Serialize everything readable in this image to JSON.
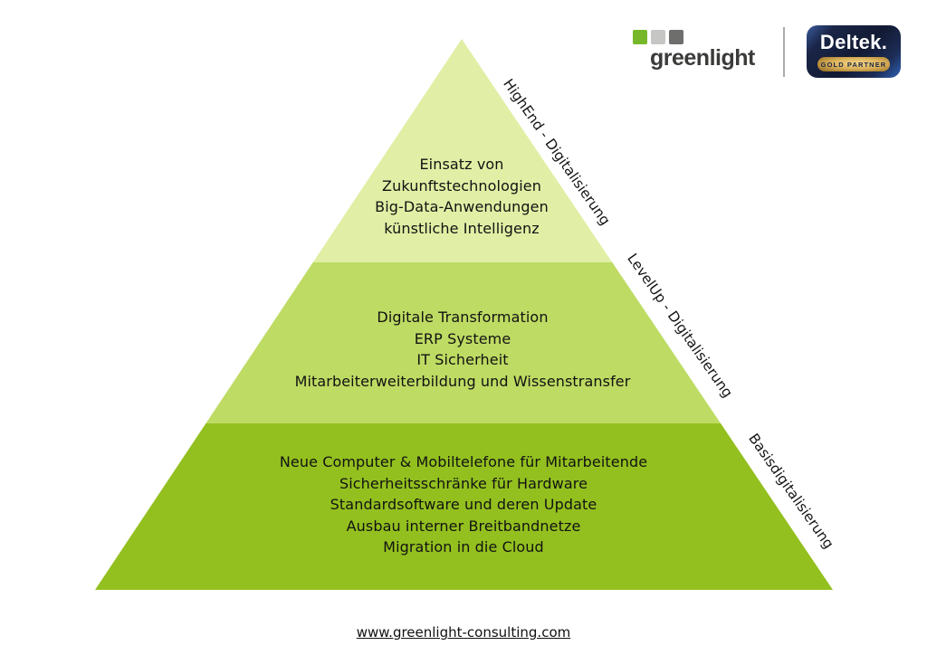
{
  "header": {
    "greenlight": {
      "wordmark": "greenlight",
      "squares": {
        "green": "#76b82a",
        "light_gray": "#c6c6c5",
        "dark_gray": "#6e6e6d"
      }
    },
    "deltek": {
      "wordmark": "Deltek.",
      "badge_label": "GOLD PARTNER"
    }
  },
  "pyramid": {
    "tiers": [
      {
        "name": "HighEnd",
        "side_label": "HighEnd - Digitalisierung",
        "color": "#e0efa5",
        "lines": [
          "Einsatz von",
          "Zukunftstechnologien",
          "Big-Data-Anwendungen",
          "künstliche Intelligenz"
        ]
      },
      {
        "name": "LevelUp",
        "side_label": "LevelUp - Digitalisierung",
        "color": "#bedb63",
        "lines": [
          "Digitale Transformation",
          "ERP Systeme",
          "IT Sicherheit",
          "Mitarbeiterweiterbildung und Wissenstransfer"
        ]
      },
      {
        "name": "Basis",
        "side_label": "Basisdigitalisierung",
        "color": "#93c01f",
        "lines": [
          "Neue Computer & Mobiltelefone für Mitarbeitende",
          "Sicherheitsschränke für Hardware",
          "Standardsoftware und deren Update",
          "Ausbau interner Breitbandnetze",
          "Migration in die Cloud"
        ]
      }
    ]
  },
  "footer": {
    "website": "www.greenlight-consulting.com"
  }
}
